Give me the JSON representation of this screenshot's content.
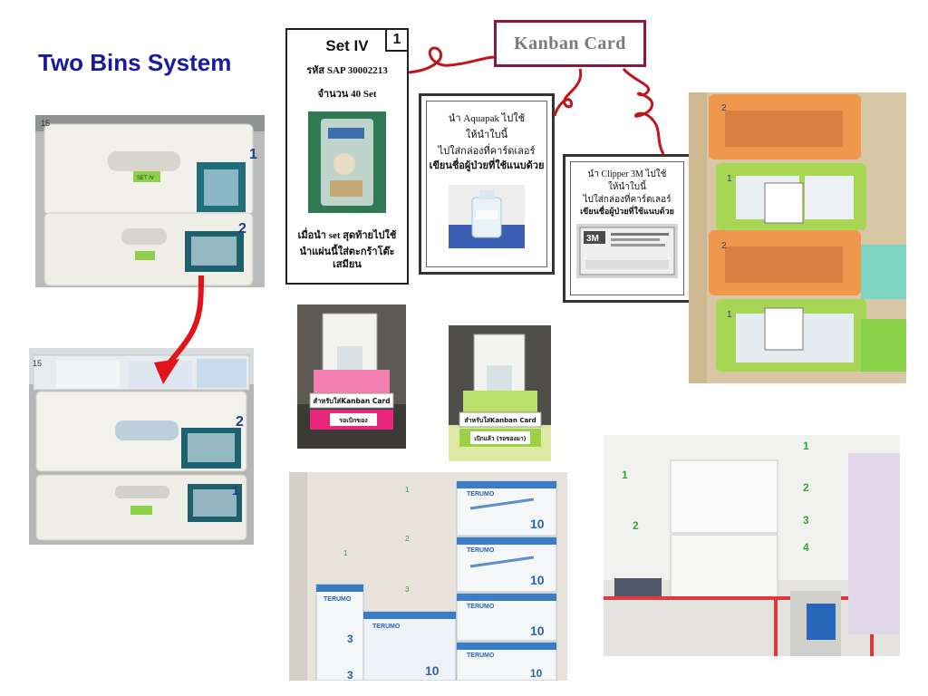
{
  "title": "Two Bins System",
  "kanban_label": "Kanban  Card",
  "set_iv_card": {
    "heading": "Set IV",
    "number": "1",
    "sap_code": "รหัส SAP 30002213",
    "quantity": "จำนวน  40  Set",
    "footer_line1": "เมื่อนำ set สุดท้ายไปใช้",
    "footer_line2": "นำแผ่นนี้ใส่ตะกร้าโต๊ะเสมียน"
  },
  "aquapak_card": {
    "line1": "นำ Aquapak ไปใช้",
    "line2": "ให้นำใบนี้",
    "line3": "ไปใส่กล่องที่คาร์ดเลอร์",
    "line4": "เขียนชื่อผู้ป่วยที่ใช้แนบด้วย"
  },
  "clipper_card": {
    "line1": "นำ Clipper 3M ไปใช้",
    "line2": "ให้นำใบนี้",
    "line3": "ไปใส่กล่องที่คาร์ดเลอร์",
    "line4": "เขียนชื่อผู้ป่วยที่ใช้แนบด้วย",
    "brand": "3M"
  },
  "drawer_photo_top": {
    "bin1": "1",
    "bin2": "2",
    "tag": "SET IV",
    "corner": "15"
  },
  "drawer_photo_bottom": {
    "bin2": "2",
    "bin1": "1",
    "corner": "15"
  },
  "pink_basket_photo": {
    "tag1": "สำหรับใส่Kanban Card",
    "tag2": "รอเบิกของ"
  },
  "green_basket_photo": {
    "tag1": "สำหรับใส่Kanban Card",
    "tag2": "เบิกแล้ว (รอของมา)"
  },
  "stacked_baskets_photo": {
    "bin_a": "2",
    "bin_b": "1",
    "bin_c": "2",
    "bin_d": "1"
  },
  "syringe_shelf_photo": {
    "brand": "TERUMO",
    "size_large": "10",
    "size_small": "3",
    "shelf_labels": [
      "1",
      "2",
      "3",
      "1"
    ]
  },
  "white_cabinet_photo": {
    "labels": [
      "1",
      "2",
      "3",
      "4",
      "1",
      "2"
    ]
  },
  "colors": {
    "title": "#1a1a9c",
    "connector": "#c0151d",
    "kanban_border": "#8a1a3a"
  }
}
